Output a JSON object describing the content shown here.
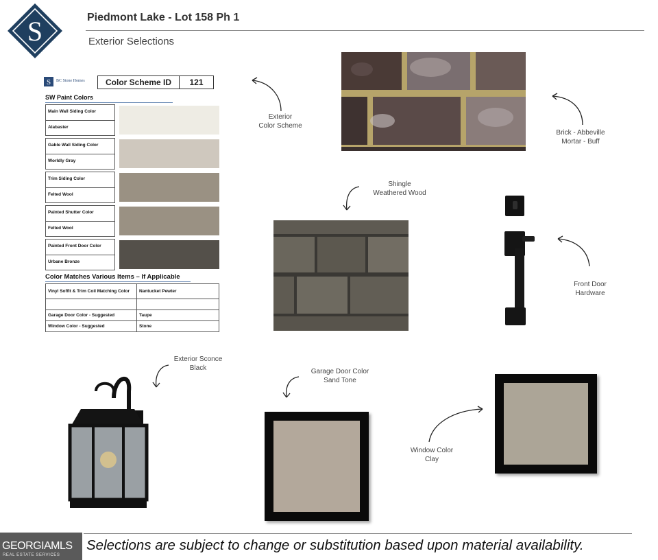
{
  "header": {
    "logo_letter": "S",
    "title": "Piedmont Lake - Lot 158 Ph 1",
    "subtitle": "Exterior Selections"
  },
  "scheme_sheet": {
    "brand": "BC Stone Homes",
    "id_label": "Color Scheme ID",
    "id_value": "121",
    "paint_heading": "SW Paint Colors",
    "paint_rows": [
      {
        "label": "Main Wall Siding Color",
        "name": "Alabaster",
        "color": "#eeece4"
      },
      {
        "label": "Gable Wall Siding Color",
        "name": "Worldly Gray",
        "color": "#cfc8be"
      },
      {
        "label": "Trim Siding Color",
        "name": "Felted Wool",
        "color": "#9a9183"
      },
      {
        "label": "Painted Shutter Color",
        "name": "Felted Wool",
        "color": "#9a9183"
      },
      {
        "label": "Painted Front Door Color",
        "name": "Urbane Bronze",
        "color": "#54504a"
      }
    ],
    "match_heading": "Color Matches Various Items – If Applicable",
    "match_rows": [
      {
        "item": "Vinyl Soffit & Trim Coil Matching Color",
        "value": "Nantucket Pewter"
      },
      {
        "item": "",
        "value": ""
      },
      {
        "item": "Garage Door Color - Suggested",
        "value": "Taupe"
      },
      {
        "item": "Window Color - Suggested",
        "value": "Stone"
      }
    ]
  },
  "captions": {
    "exterior_scheme": [
      "Exterior",
      "Color Scheme"
    ],
    "brick": [
      "Brick - Abbeville",
      "Mortar -  Buff"
    ],
    "shingle": [
      "Shingle",
      "Weathered Wood"
    ],
    "hardware": [
      "Front Door",
      "Hardware"
    ],
    "sconce": [
      "Exterior Sconce",
      "Black"
    ],
    "garage": [
      "Garage Door Color",
      "Sand Tone"
    ],
    "window": [
      "Window Color",
      "Clay"
    ]
  },
  "swatches": {
    "garage_color": "#b3a89b",
    "window_color": "#aca597"
  },
  "footer": {
    "mls_brand": "GEORGIAMLS",
    "mls_sub": "REAL ESTATE SERVICES",
    "disclaimer": "Selections are subject to change or substitution based upon material availability."
  }
}
